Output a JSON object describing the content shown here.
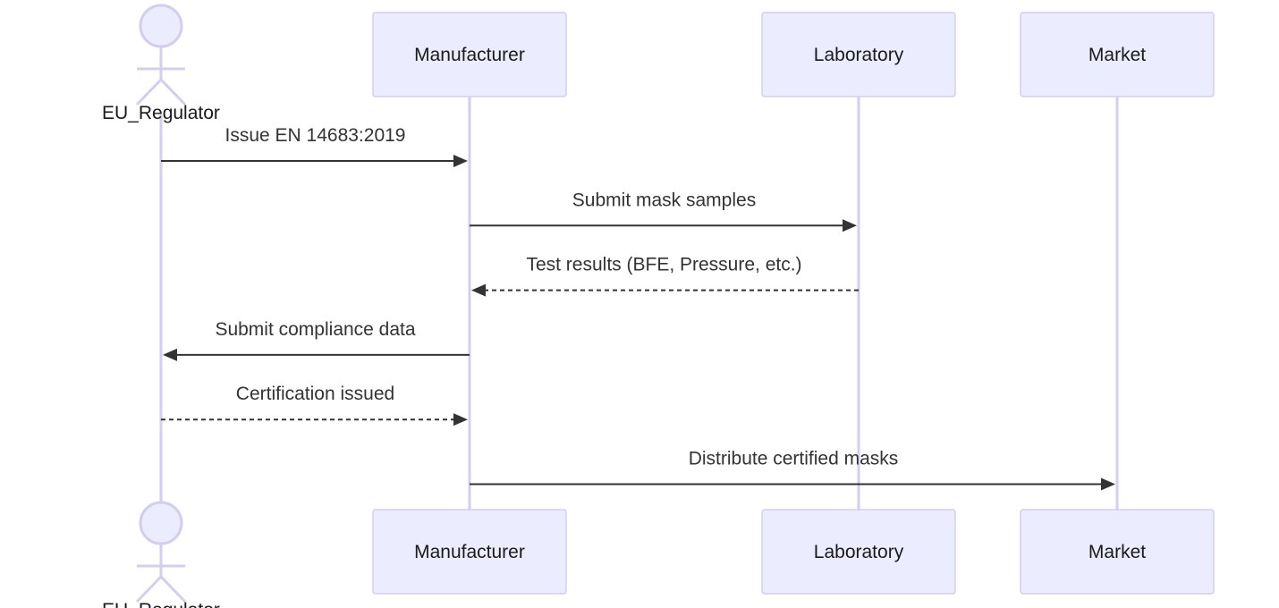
{
  "colors": {
    "participant_fill": "#ECECFF",
    "participant_stroke": "#D3CDF0",
    "message_line": "#333333",
    "text": "#333333"
  },
  "participants": [
    {
      "id": "eu_regulator",
      "label": "EU_Regulator",
      "kind": "actor"
    },
    {
      "id": "manufacturer",
      "label": "Manufacturer",
      "kind": "box"
    },
    {
      "id": "laboratory",
      "label": "Laboratory",
      "kind": "box"
    },
    {
      "id": "market",
      "label": "Market",
      "kind": "box"
    }
  ],
  "messages": [
    {
      "from": "eu_regulator",
      "to": "manufacturer",
      "label": "Issue EN 14683:2019",
      "style": "solid"
    },
    {
      "from": "manufacturer",
      "to": "laboratory",
      "label": "Submit mask samples",
      "style": "solid"
    },
    {
      "from": "laboratory",
      "to": "manufacturer",
      "label": "Test results (BFE, Pressure, etc.)",
      "style": "dotted"
    },
    {
      "from": "manufacturer",
      "to": "eu_regulator",
      "label": "Submit compliance data",
      "style": "solid"
    },
    {
      "from": "eu_regulator",
      "to": "manufacturer",
      "label": "Certification issued",
      "style": "dotted"
    },
    {
      "from": "manufacturer",
      "to": "market",
      "label": "Distribute certified masks",
      "style": "solid"
    }
  ]
}
